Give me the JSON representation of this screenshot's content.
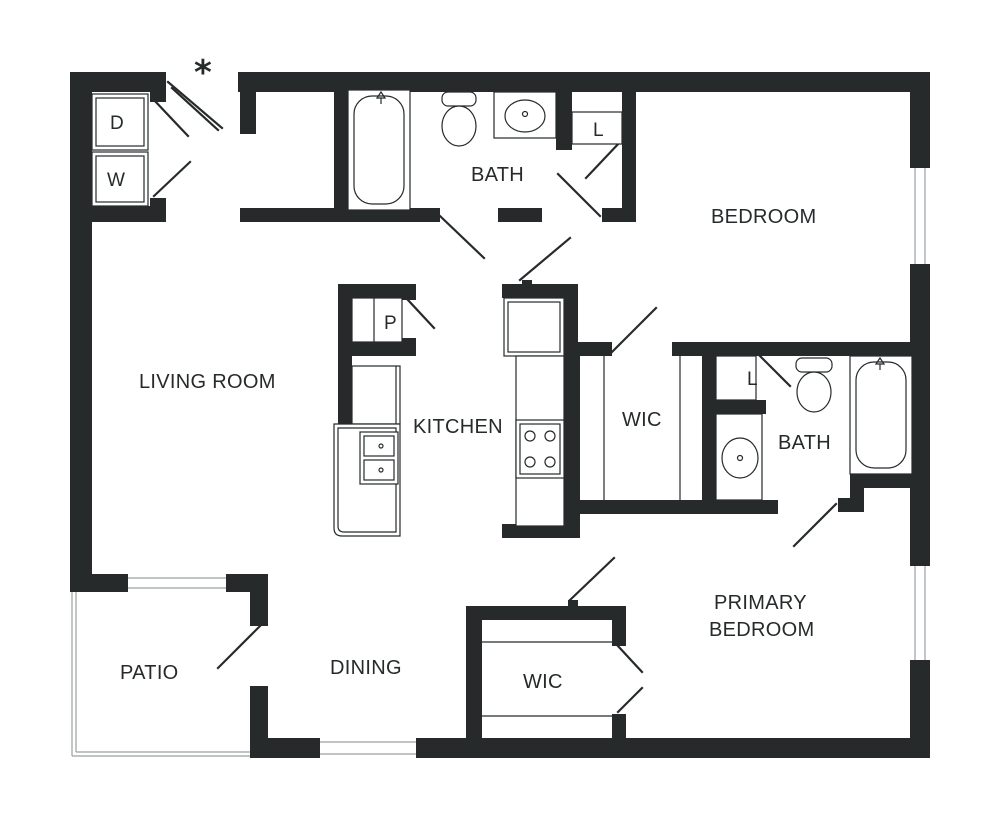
{
  "rooms": {
    "living_room": "LIVING ROOM",
    "kitchen": "KITCHEN",
    "dining": "DINING",
    "patio": "PATIO",
    "bath_1": "BATH",
    "bath_2": "BATH",
    "bedroom": "BEDROOM",
    "primary_bedroom_line1": "PRIMARY",
    "primary_bedroom_line2": "BEDROOM",
    "wic_1": "WIC",
    "wic_2": "WIC"
  },
  "fixtures": {
    "dryer": "D",
    "washer": "W",
    "pantry": "P",
    "linen_1": "L",
    "linen_2": "L"
  },
  "markers": {
    "entry": "*"
  },
  "colors": {
    "wall": "#262a2b",
    "glass": "#9aa0a2",
    "background": "#ffffff"
  }
}
